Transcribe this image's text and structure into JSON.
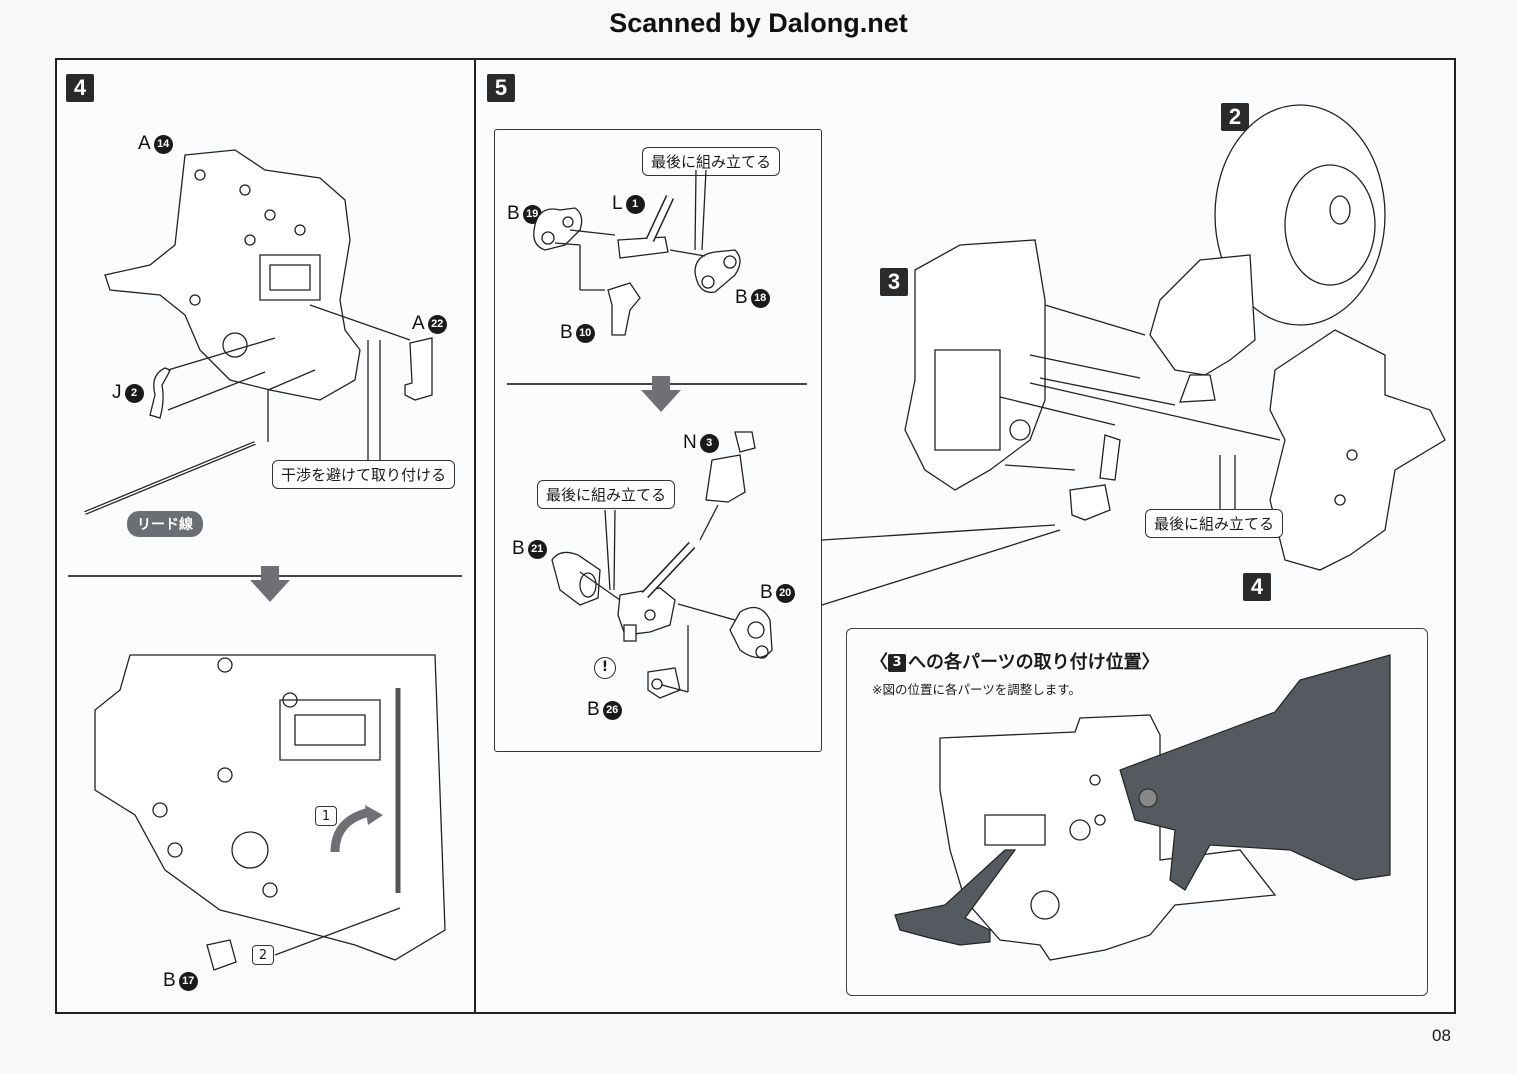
{
  "header": {
    "scan_credit": "Scanned by Dalong.net"
  },
  "page_number": "08",
  "step4": {
    "step_number": "4",
    "parts": [
      {
        "sprue": "A",
        "number": "14"
      },
      {
        "sprue": "A",
        "number": "22"
      },
      {
        "sprue": "J",
        "number": "2"
      },
      {
        "sprue": "B",
        "number": "17"
      }
    ],
    "callout": "干渉を避けて取り付ける",
    "lead_wire_label": "リード線",
    "substeps": [
      "1",
      "2"
    ]
  },
  "step5": {
    "step_number": "5",
    "parts": [
      {
        "sprue": "B",
        "number": "19"
      },
      {
        "sprue": "L",
        "number": "1"
      },
      {
        "sprue": "B",
        "number": "18"
      },
      {
        "sprue": "B",
        "number": "10"
      },
      {
        "sprue": "N",
        "number": "3"
      },
      {
        "sprue": "B",
        "number": "21"
      },
      {
        "sprue": "B",
        "number": "20"
      },
      {
        "sprue": "B",
        "number": "26"
      }
    ],
    "callout_top": "最後に組み立てる",
    "callout_bottom": "最後に組み立てる",
    "caution_mark": "!"
  },
  "assembly": {
    "subassemblies": [
      "2",
      "3",
      "4"
    ],
    "callout": "最後に組み立てる"
  },
  "inset": {
    "title_prefix": "〈",
    "title_ref": "3",
    "title_text": "への各パーツの取り付け位置〉",
    "note": "※図の位置に各パーツを調整します。"
  }
}
